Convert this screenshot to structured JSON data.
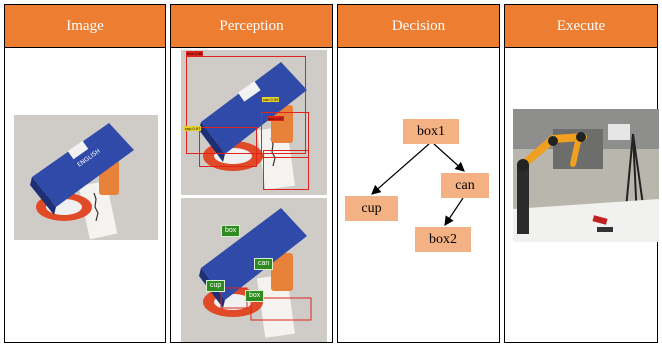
{
  "columns": [
    {
      "header": "Image"
    },
    {
      "header": "Perception"
    },
    {
      "header": "Decision"
    },
    {
      "header": "Execute"
    }
  ],
  "perception": {
    "top_labels": [
      "box 0.98",
      "can 0.99",
      "cup 0.97",
      "box 0.97"
    ],
    "bottom_labels": [
      "box",
      "can",
      "cup",
      "box"
    ]
  },
  "decision": {
    "nodes": [
      "box1",
      "can",
      "cup",
      "box2"
    ]
  },
  "colors": {
    "header": "#ed7d31",
    "node": "#f4b183",
    "box_red": "#e0231c",
    "tag_green": "#2f8a1f"
  }
}
